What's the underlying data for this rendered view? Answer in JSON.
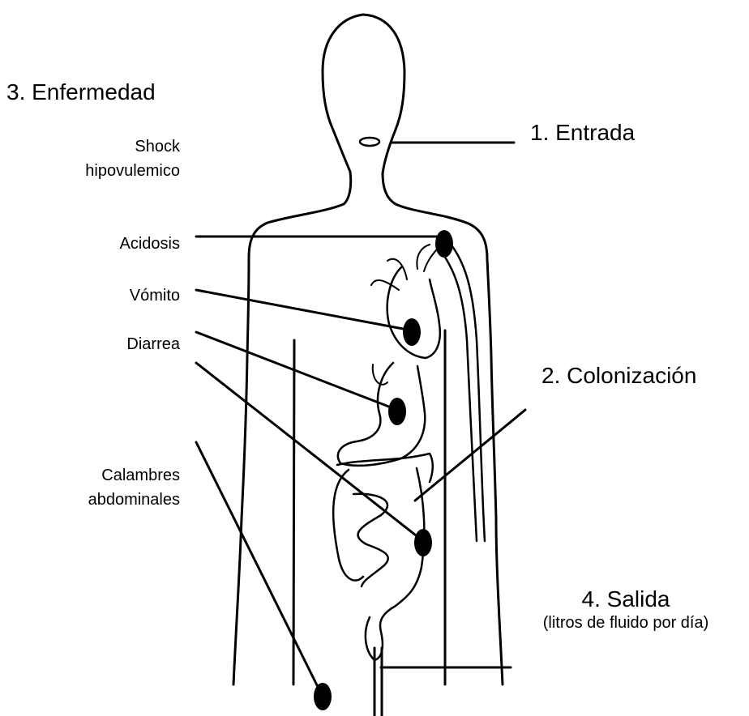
{
  "labels": {
    "enfermedad": "3. Enfermedad",
    "shock_line1": "Shock",
    "shock_line2": "hipovulemico",
    "acidosis": "Acidosis",
    "vomito": "Vómito",
    "diarrea": "Diarrea",
    "calambres_line1": "Calambres",
    "calambres_line2": "abdominales",
    "entrada": "1. Entrada",
    "colonizacion": "2. Colonización",
    "salida": "4. Salida",
    "salida_note": "(litros de fluido por día)"
  },
  "colors": {
    "ink": "#000000",
    "background": "#ffffff"
  }
}
